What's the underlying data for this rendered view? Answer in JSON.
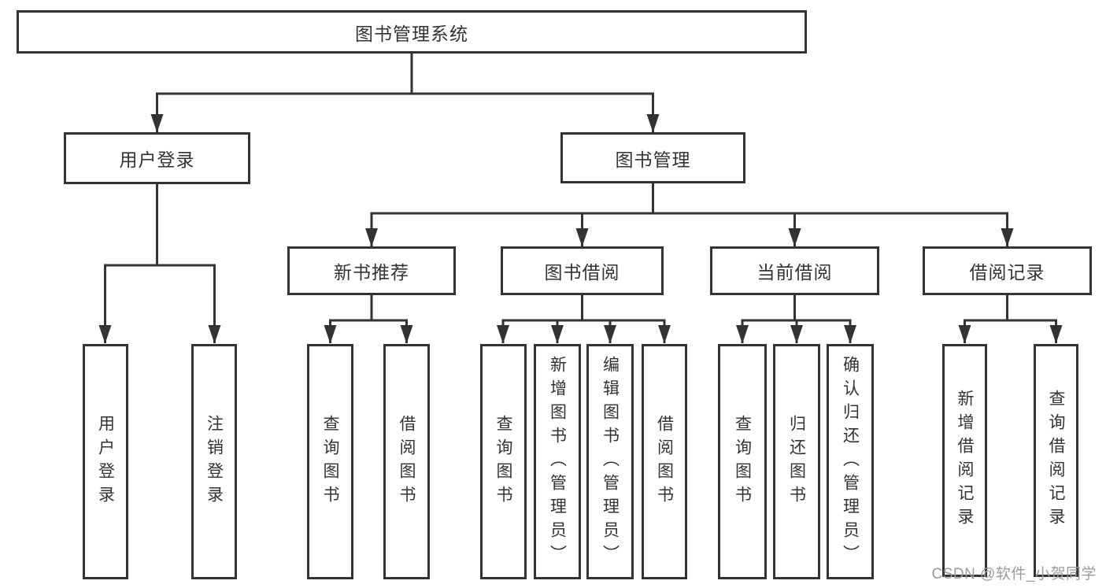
{
  "tree": {
    "label": "图书管理系统",
    "children": [
      {
        "label": "用户登录",
        "children": [
          {
            "label": "用户登录"
          },
          {
            "label": "注销登录"
          }
        ]
      },
      {
        "label": "图书管理",
        "children": [
          {
            "label": "新书推荐",
            "children": [
              {
                "label": "查询图书"
              },
              {
                "label": "借阅图书"
              }
            ]
          },
          {
            "label": "图书借阅",
            "children": [
              {
                "label": "查询图书"
              },
              {
                "label": "新增图书（管理员）"
              },
              {
                "label": "编辑图书（管理员）"
              },
              {
                "label": "借阅图书"
              }
            ]
          },
          {
            "label": "当前借阅",
            "children": [
              {
                "label": "查询图书"
              },
              {
                "label": "归还图书"
              },
              {
                "label": "确认归还（管理员）"
              }
            ]
          },
          {
            "label": "借阅记录",
            "children": [
              {
                "label": "新增借阅记录"
              },
              {
                "label": "查询借阅记录"
              }
            ]
          }
        ]
      }
    ]
  },
  "watermark": {
    "text": "CSDN @软件_小贺同学"
  },
  "colors": {
    "line": "#333333",
    "box_border": "#333333",
    "box_background": "#ffffff",
    "text": "#333333",
    "watermark_text": "#9b9b9b"
  }
}
